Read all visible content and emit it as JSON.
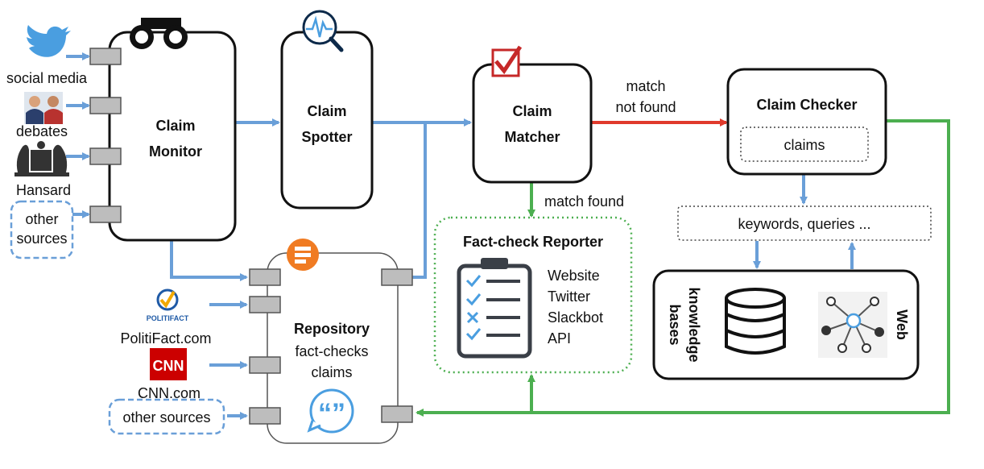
{
  "sources_left": {
    "social_media": "social media",
    "debates": "debates",
    "hansard": "Hansard",
    "other_sources_line1": "other",
    "other_sources_line2": "sources"
  },
  "claim_monitor": {
    "line1": "Claim",
    "line2": "Monitor"
  },
  "claim_spotter": {
    "line1": "Claim",
    "line2": "Spotter"
  },
  "claim_matcher": {
    "line1": "Claim",
    "line2": "Matcher"
  },
  "claim_checker": {
    "title": "Claim Checker",
    "inner": "claims"
  },
  "edges": {
    "match_not_found_line1": "match",
    "match_not_found_line2": "not found",
    "match_found": "match found"
  },
  "keywords_box": "keywords, queries ...",
  "knowledge": {
    "kb_line1": "knowledge",
    "kb_line2": "bases",
    "web": "Web"
  },
  "reporter": {
    "title": "Fact-check Reporter",
    "outputs": [
      "Website",
      "Twitter",
      "Slackbot",
      "API"
    ]
  },
  "repository": {
    "title": "Repository",
    "line2": "fact-checks",
    "line3": "claims"
  },
  "sources_bottom": {
    "politifact_logo": "POLITIFACT",
    "politifact": "PolitiFact.com",
    "cnn_logo": "CNN",
    "cnn": "CNN.com",
    "other_sources": "other sources"
  },
  "colors": {
    "blue_arrow": "#6a9fd8",
    "red_arrow": "#e03a2c",
    "green_arrow": "#4caf50",
    "port_gray": "#bdbdbd",
    "repo_orange": "#f07b22",
    "matcher_icon_red": "#c62828",
    "cnn_red": "#cc0000"
  },
  "icons": [
    "binoculars-icon",
    "signal-search-icon",
    "checkbox-icon",
    "twitter-bird-icon",
    "debate-people-icon",
    "coat-of-arms-icon",
    "database-stack-icon",
    "checklist-clipboard-icon",
    "quote-bubble-icon",
    "database-cylinder-icon",
    "network-web-icon",
    "politifact-logo-icon",
    "cnn-logo-icon"
  ]
}
